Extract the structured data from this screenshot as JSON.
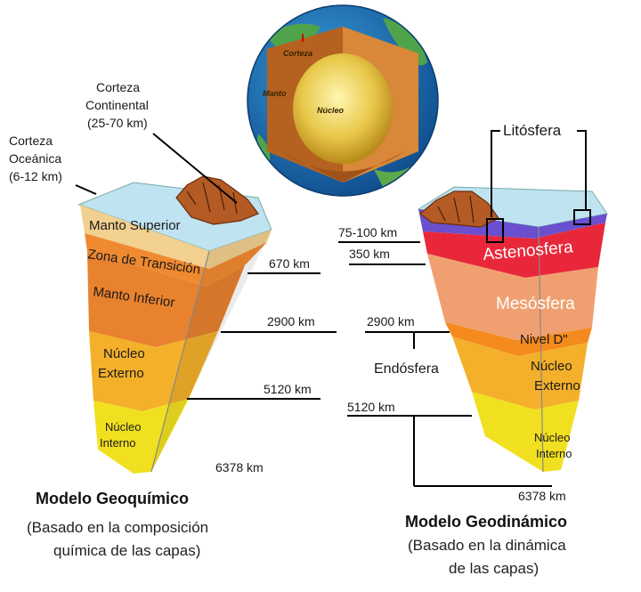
{
  "globe": {
    "corteza": "Corteza",
    "manto": "Manto",
    "nucleo": "Núcleo"
  },
  "left_model": {
    "corteza_oceanica": [
      "Corteza",
      "Oceánica",
      "(6-12 km)"
    ],
    "corteza_continental": [
      "Corteza",
      "Continental",
      "(25-70 km)"
    ],
    "layers": {
      "manto_superior": "Manto Superior",
      "zona_transicion": "Zona de Transición",
      "manto_inferior": "Manto Inferior",
      "nucleo_externo": [
        "Núcleo",
        "Externo"
      ],
      "nucleo_interno": [
        "Núcleo",
        "Interno"
      ]
    },
    "depths": {
      "d670": "670 km",
      "d2900": "2900 km",
      "d5120": "5120 km",
      "d6378": "6378 km"
    },
    "title": "Modelo Geoquímico",
    "subtitle": [
      "(Basado en la composición",
      "química de las capas)"
    ]
  },
  "right_model": {
    "litosfera": "Litósfera",
    "layers": {
      "astenosfera": "Astenosfera",
      "mesosfera": "Mesósfera",
      "nivel_d": "Nivel D\"",
      "nucleo_externo": [
        "Núcleo",
        "Externo"
      ],
      "nucleo_interno": [
        "Núcleo",
        "Interno"
      ]
    },
    "endosfera": "Endósfera",
    "depths": {
      "d75_100": "75-100 km",
      "d350": "350 km",
      "d2900": "2900 km",
      "d5120": "5120 km",
      "d6378": "6378 km"
    },
    "title": "Modelo Geodinámico",
    "subtitle": [
      "(Basado en la dinámica",
      "de las capas)"
    ]
  }
}
